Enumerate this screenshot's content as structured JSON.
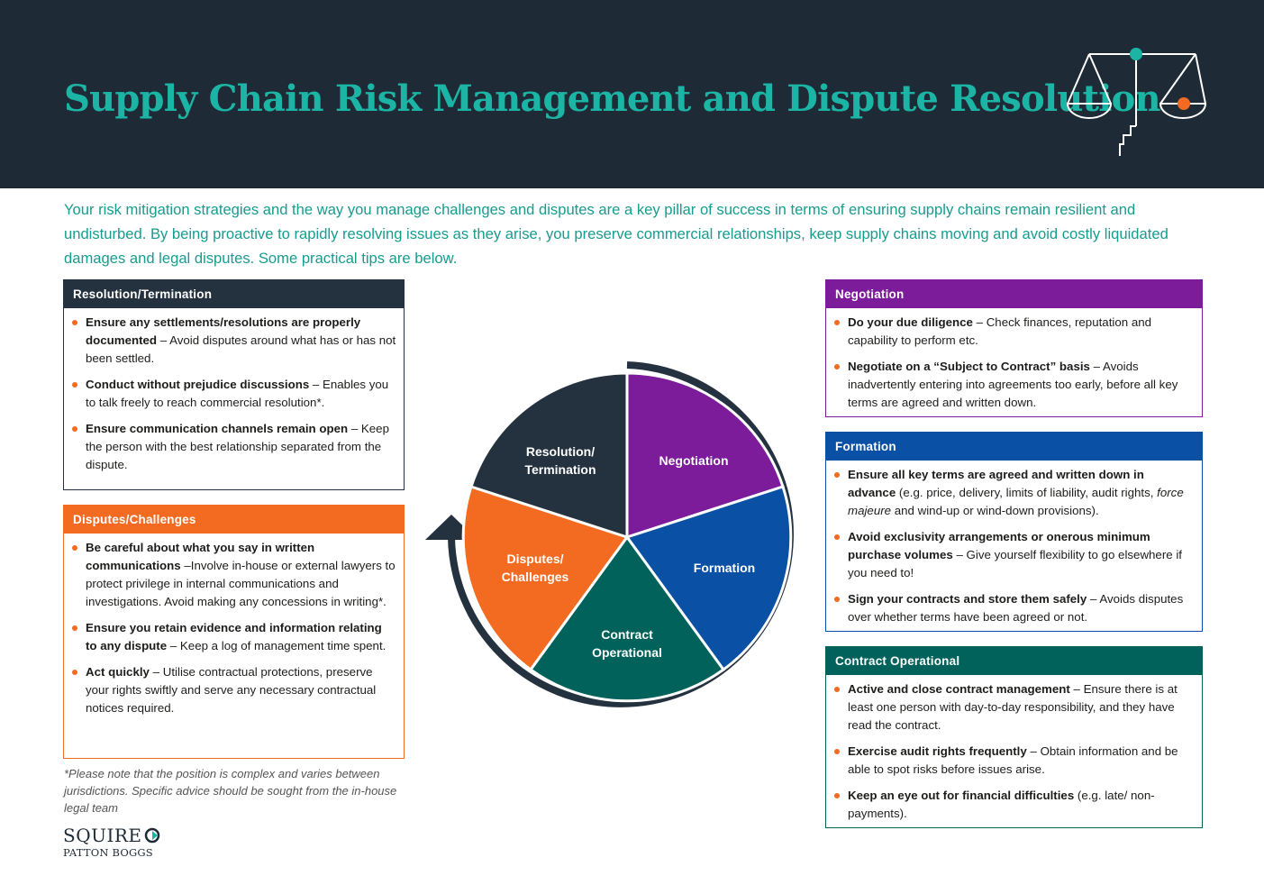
{
  "header": {
    "title": "Supply Chain Risk Management and Dispute Resolution",
    "icon": "scales-of-justice-icon"
  },
  "intro": "Your risk mitigation strategies and the way you manage challenges and disputes are a key pillar of success in terms of ensuring supply chains remain resilient and undisturbed. By being proactive to rapidly resolving issues as they arise, you preserve commercial relationships, keep supply chains moving and avoid costly liquidated damages and legal disputes. Some practical tips are below.",
  "colors": {
    "header_bg": "#1e2b37",
    "accent_teal": "#1cb5a5",
    "resolution": "#243240",
    "disputes": "#f26b21",
    "negotiation": "#7d1c9a",
    "formation": "#0a50a4",
    "contract": "#00625a",
    "bullet": "#f26b21"
  },
  "boxes": {
    "resolution": {
      "title": "Resolution/Termination",
      "items": [
        {
          "bold": "Ensure any settlements/resolutions are properly documented",
          "text": " – Avoid disputes around what has or has not been settled."
        },
        {
          "bold": "Conduct without prejudice discussions",
          "text": " – Enables you to talk freely to reach commercial resolution*."
        },
        {
          "bold": "Ensure communication channels remain open",
          "text": " – Keep the person with the best relationship separated from the dispute."
        }
      ]
    },
    "disputes": {
      "title": "Disputes/Challenges",
      "items": [
        {
          "bold": "Be careful about what you say in written communications",
          "text": " –Involve in-house or external lawyers to protect privilege in internal communications and investigations. Avoid making any concessions in writing*."
        },
        {
          "bold": "Ensure you retain evidence and information relating to any dispute",
          "text": " – Keep a log of management time spent."
        },
        {
          "bold": "Act quickly",
          "text": " – Utilise contractual protections, preserve your rights swiftly and serve any necessary contractual notices required."
        }
      ]
    },
    "negotiation": {
      "title": "Negotiation",
      "items": [
        {
          "bold": "Do your due diligence",
          "text": " – Check finances, reputation and capability to perform etc."
        },
        {
          "bold": "Negotiate on a “Subject to Contract” basis",
          "text": " – Avoids inadvertently entering into agreements too early, before all key terms are agreed and written down."
        }
      ]
    },
    "formation": {
      "title": "Formation",
      "items": [
        {
          "bold": "Ensure all key terms are agreed and written down in advance",
          "text": " (e.g. price, delivery, limits of liability, audit rights, ",
          "italic": "force majeure",
          "text2": " and wind-up or wind-down provisions)."
        },
        {
          "bold": "Avoid exclusivity arrangements or onerous minimum purchase volumes",
          "text": " – Give yourself flexibility to go elsewhere if you need to!"
        },
        {
          "bold": "Sign your contracts and store them safely",
          "text": " – Avoids disputes over whether terms have been agreed or not."
        }
      ]
    },
    "contract": {
      "title": "Contract Operational",
      "items": [
        {
          "bold": "Active and close contract management",
          "text": " – Ensure there is at least one person with day-to-day responsibility, and they have read the contract."
        },
        {
          "bold": "Exercise audit rights frequently",
          "text": " – Obtain information and be able to spot risks before issues arise."
        },
        {
          "bold": "Keep an eye out for financial difficulties",
          "text": " (e.g. late/ non-payments)."
        }
      ]
    }
  },
  "wheel": {
    "segments": [
      {
        "label1": "Negotiation",
        "label2": "",
        "color": "#7d1c9a"
      },
      {
        "label1": "Formation",
        "label2": "",
        "color": "#0a50a4"
      },
      {
        "label1": "Contract",
        "label2": "Operational",
        "color": "#00625a"
      },
      {
        "label1": "Disputes/",
        "label2": "Challenges",
        "color": "#f26b21"
      },
      {
        "label1": "Resolution/",
        "label2": "Termination",
        "color": "#243240"
      }
    ],
    "arrow": "cycle-arrow-icon"
  },
  "footnote": "*Please note that the position is complex and varies between jurisdictions. Specific advice should be sought from the in-house legal team",
  "logo": {
    "line1": "SQUIRE",
    "line2": "PATTON BOGGS",
    "icon": "squire-mark-icon"
  }
}
